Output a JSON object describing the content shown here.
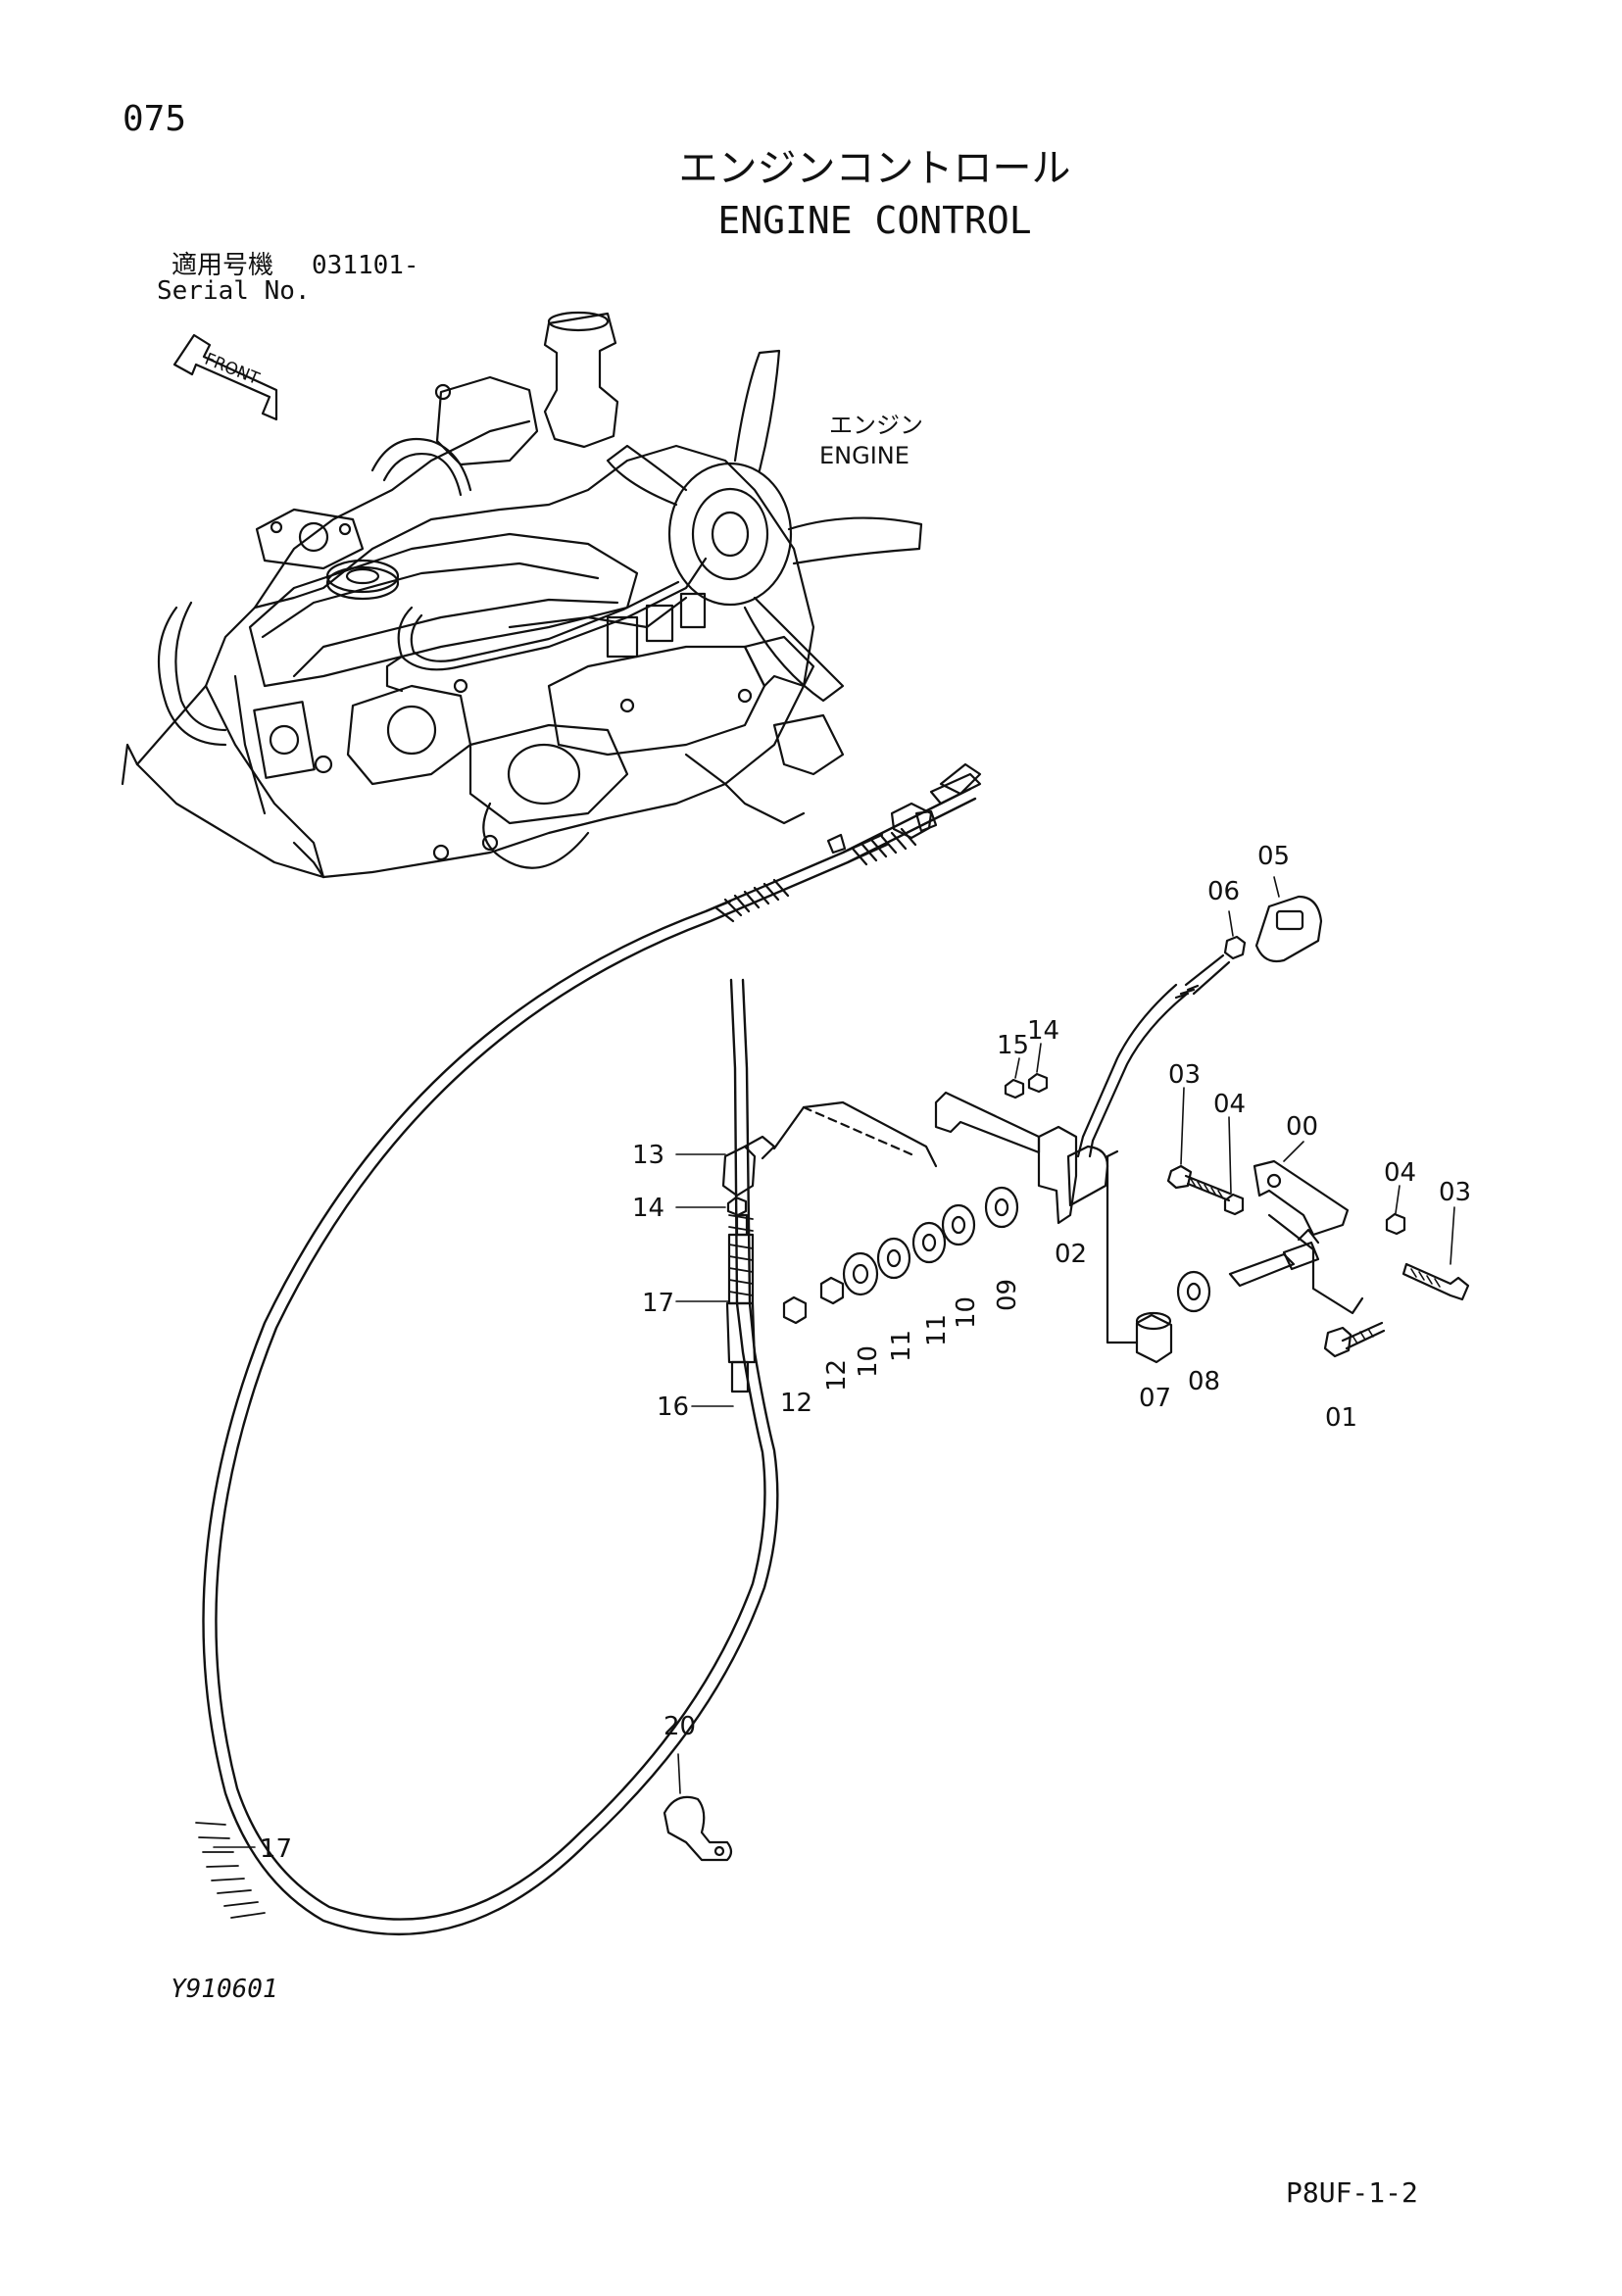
{
  "header": {
    "page_number": "075",
    "title_jp": "エンジンコントロール",
    "title_en": "ENGINE CONTROL",
    "serial_label_jp": "適用号機",
    "serial_value": "031101-",
    "serial_label_en": "Serial No."
  },
  "diagram": {
    "front_arrow_label": "FRONT",
    "engine_label_jp": "エンジン",
    "engine_label_en": "ENGINE",
    "part_labels": {
      "p05": "05",
      "p06": "06",
      "p15": "15",
      "p14a": "14",
      "p03a": "03",
      "p04a": "04",
      "p00": "00",
      "p04b": "04",
      "p03b": "03",
      "p13": "13",
      "p14b": "14",
      "p17a": "17",
      "p16": "16",
      "p02": "02",
      "p09": "09",
      "p10a": "10",
      "p11a": "11",
      "p11b": "11",
      "p10b": "10",
      "p12a": "12",
      "p12b": "12",
      "p07": "07",
      "p08": "08",
      "p01": "01",
      "p20": "20",
      "p17b": "17"
    }
  },
  "footer": {
    "drawing_code": "Y910601",
    "page_code": "P8UF-1-2"
  }
}
